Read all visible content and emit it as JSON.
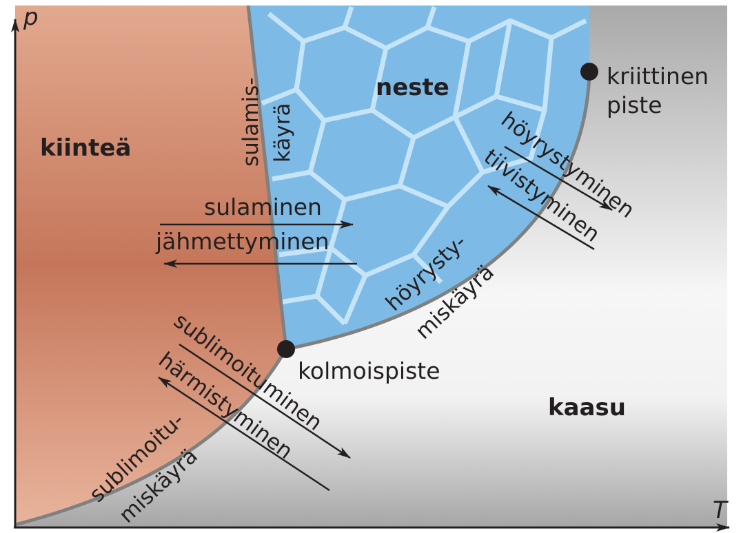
{
  "axes": {
    "y_label": "p",
    "x_label": "T"
  },
  "regions": {
    "solid": "kiinteä",
    "liquid": "neste",
    "gas": "kaasu"
  },
  "curves": {
    "melting_line1": "sulamis-",
    "melting_line2": "käyrä",
    "vaporization_line1": "höyrysty-",
    "vaporization_line2": "miskäyrä",
    "sublimation_line1": "sublimoitu-",
    "sublimation_line2": "miskäyrä"
  },
  "points": {
    "triple": "kolmoispiste",
    "critical_line1": "kriittinen",
    "critical_line2": "piste"
  },
  "processes": {
    "melting": "sulaminen",
    "solidification": "jähmettyminen",
    "vaporization": "höyrystyminen",
    "condensation": "tiivistyminen",
    "sublimation": "sublimoituminen",
    "deposition": "härmistyminen"
  },
  "colors": {
    "solid_dark": "#c5765a",
    "solid_light": "#e2a98f",
    "liquid": "#7dbbe6",
    "liquid_cells": "#d3ecfa",
    "gas_dark": "#a9a9a9",
    "gas_light": "#f4f4f4",
    "curve": "#808080",
    "ink": "#231f20"
  }
}
